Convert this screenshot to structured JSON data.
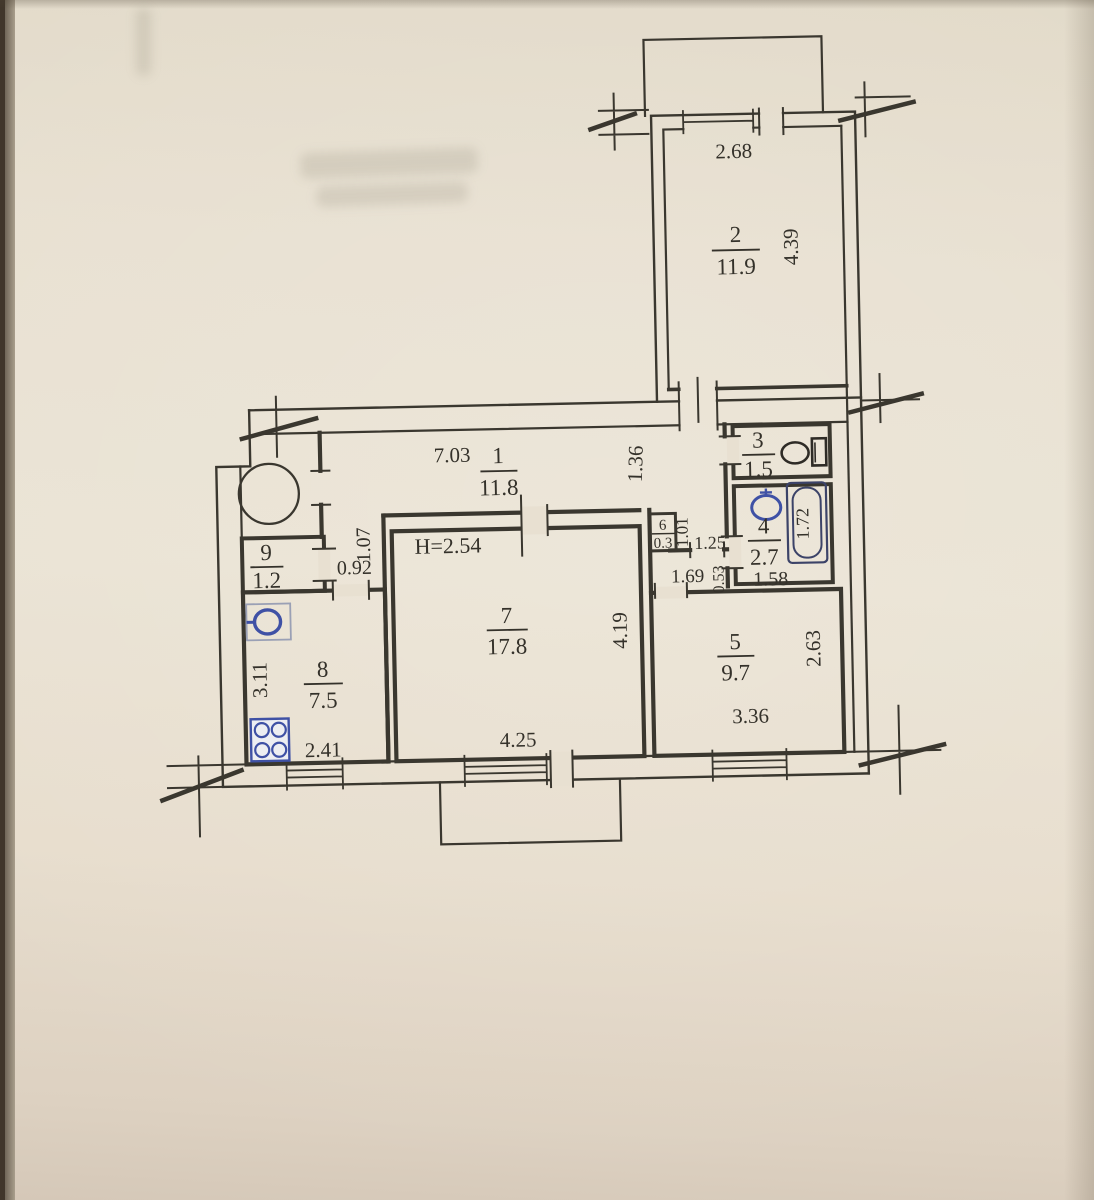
{
  "plan": {
    "ceiling_height": "H=2.54",
    "rooms": {
      "r1": {
        "num": "1",
        "area": "11.8"
      },
      "r2": {
        "num": "2",
        "area": "11.9"
      },
      "r3": {
        "num": "3",
        "area": "1.5"
      },
      "r4": {
        "num": "4",
        "area": "2.7"
      },
      "r5": {
        "num": "5",
        "area": "9.7"
      },
      "r6": {
        "num": "6",
        "area": "0.3"
      },
      "r7": {
        "num": "7",
        "area": "17.8"
      },
      "r8": {
        "num": "8",
        "area": "7.5"
      },
      "r9": {
        "num": "9",
        "area": "1.2"
      }
    },
    "dims": {
      "room2_width": "2.68",
      "room2_depth": "4.39",
      "hall_length": "7.03",
      "hall_width": "1.36",
      "nook_width": "1.07",
      "kitchen_door": "0.92",
      "closet6_depth": "1.01",
      "corridor_opening": "1.25",
      "corridor_length": "1.69",
      "corridor_width": "0.53",
      "bath_width": "1.58",
      "tub_length": "1.72",
      "room7_width": "4.25",
      "room7_depth": "4.19",
      "room5_width": "3.36",
      "room5_depth": "2.63",
      "kitchen_width": "2.41",
      "kitchen_depth": "3.11"
    },
    "icons": {
      "toilet": "toilet-icon",
      "bathtub": "bathtub-icon",
      "washbasin": "washbasin-icon",
      "kitchen_sink": "kitchen-sink-icon",
      "stove": "gas-stove-icon",
      "vent": "ventilation-shaft-circle"
    },
    "colors": {
      "paper": "#e8e0d1",
      "ink": "#3a372f",
      "blue_accent": "#3f51a5",
      "tub_ink": "#3c4368"
    }
  }
}
